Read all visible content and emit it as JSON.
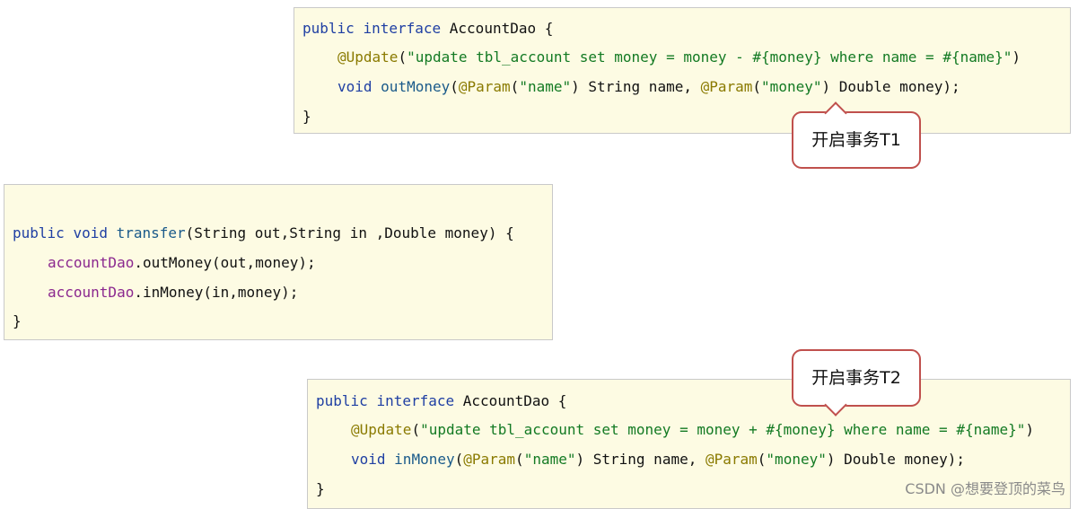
{
  "block_t1": {
    "line1": {
      "kw1": "public",
      "kw2": "interface",
      "rest": "AccountDao {"
    },
    "line2": {
      "annotation": "@Update",
      "open": "(",
      "sql": "\"update tbl_account set money = money - #{money} where name = #{name}\"",
      "close": ")"
    },
    "line3": {
      "kw": "void",
      "method": "outMoney",
      "open": "(",
      "ann1": "@Param",
      "p1_open": "(",
      "str1": "\"name\"",
      "p1_rest": ") String name, ",
      "ann2": "@Param",
      "p2_open": "(",
      "str2": "\"money\"",
      "p2_rest": ") Double money);"
    },
    "line4": "}"
  },
  "block_transfer": {
    "line1": {
      "kw1": "public",
      "kw2": "void",
      "method": "transfer",
      "rest": "(String out,String in ,Double money) {"
    },
    "line2": {
      "field": "accountDao",
      "rest": ".outMoney(out,money);"
    },
    "line3": {
      "field": "accountDao",
      "rest": ".inMoney(in,money);"
    },
    "line4": "}"
  },
  "block_t2": {
    "line1": {
      "kw1": "public",
      "kw2": "interface",
      "rest": "AccountDao {"
    },
    "line2": {
      "annotation": "@Update",
      "open": "(",
      "sql": "\"update tbl_account set money = money + #{money} where name = #{name}\"",
      "close": ")"
    },
    "line3": {
      "kw": "void",
      "method": "inMoney",
      "open": "(",
      "ann1": "@Param",
      "p1_open": "(",
      "str1": "\"name\"",
      "p1_rest": ") String name, ",
      "ann2": "@Param",
      "p2_open": "(",
      "str2": "\"money\"",
      "p2_rest": ") Double money);"
    },
    "line4": "}"
  },
  "callouts": {
    "t1": "开启事务T1",
    "t2": "开启事务T2"
  },
  "watermark": "CSDN @想要登顶的菜鸟",
  "colors": {
    "code_background": "#fdfbe3",
    "keyword": "#1f3fa3",
    "annotation": "#8a7a00",
    "string": "#137a23",
    "field": "#8b288f",
    "callout_border": "#c0504d"
  }
}
